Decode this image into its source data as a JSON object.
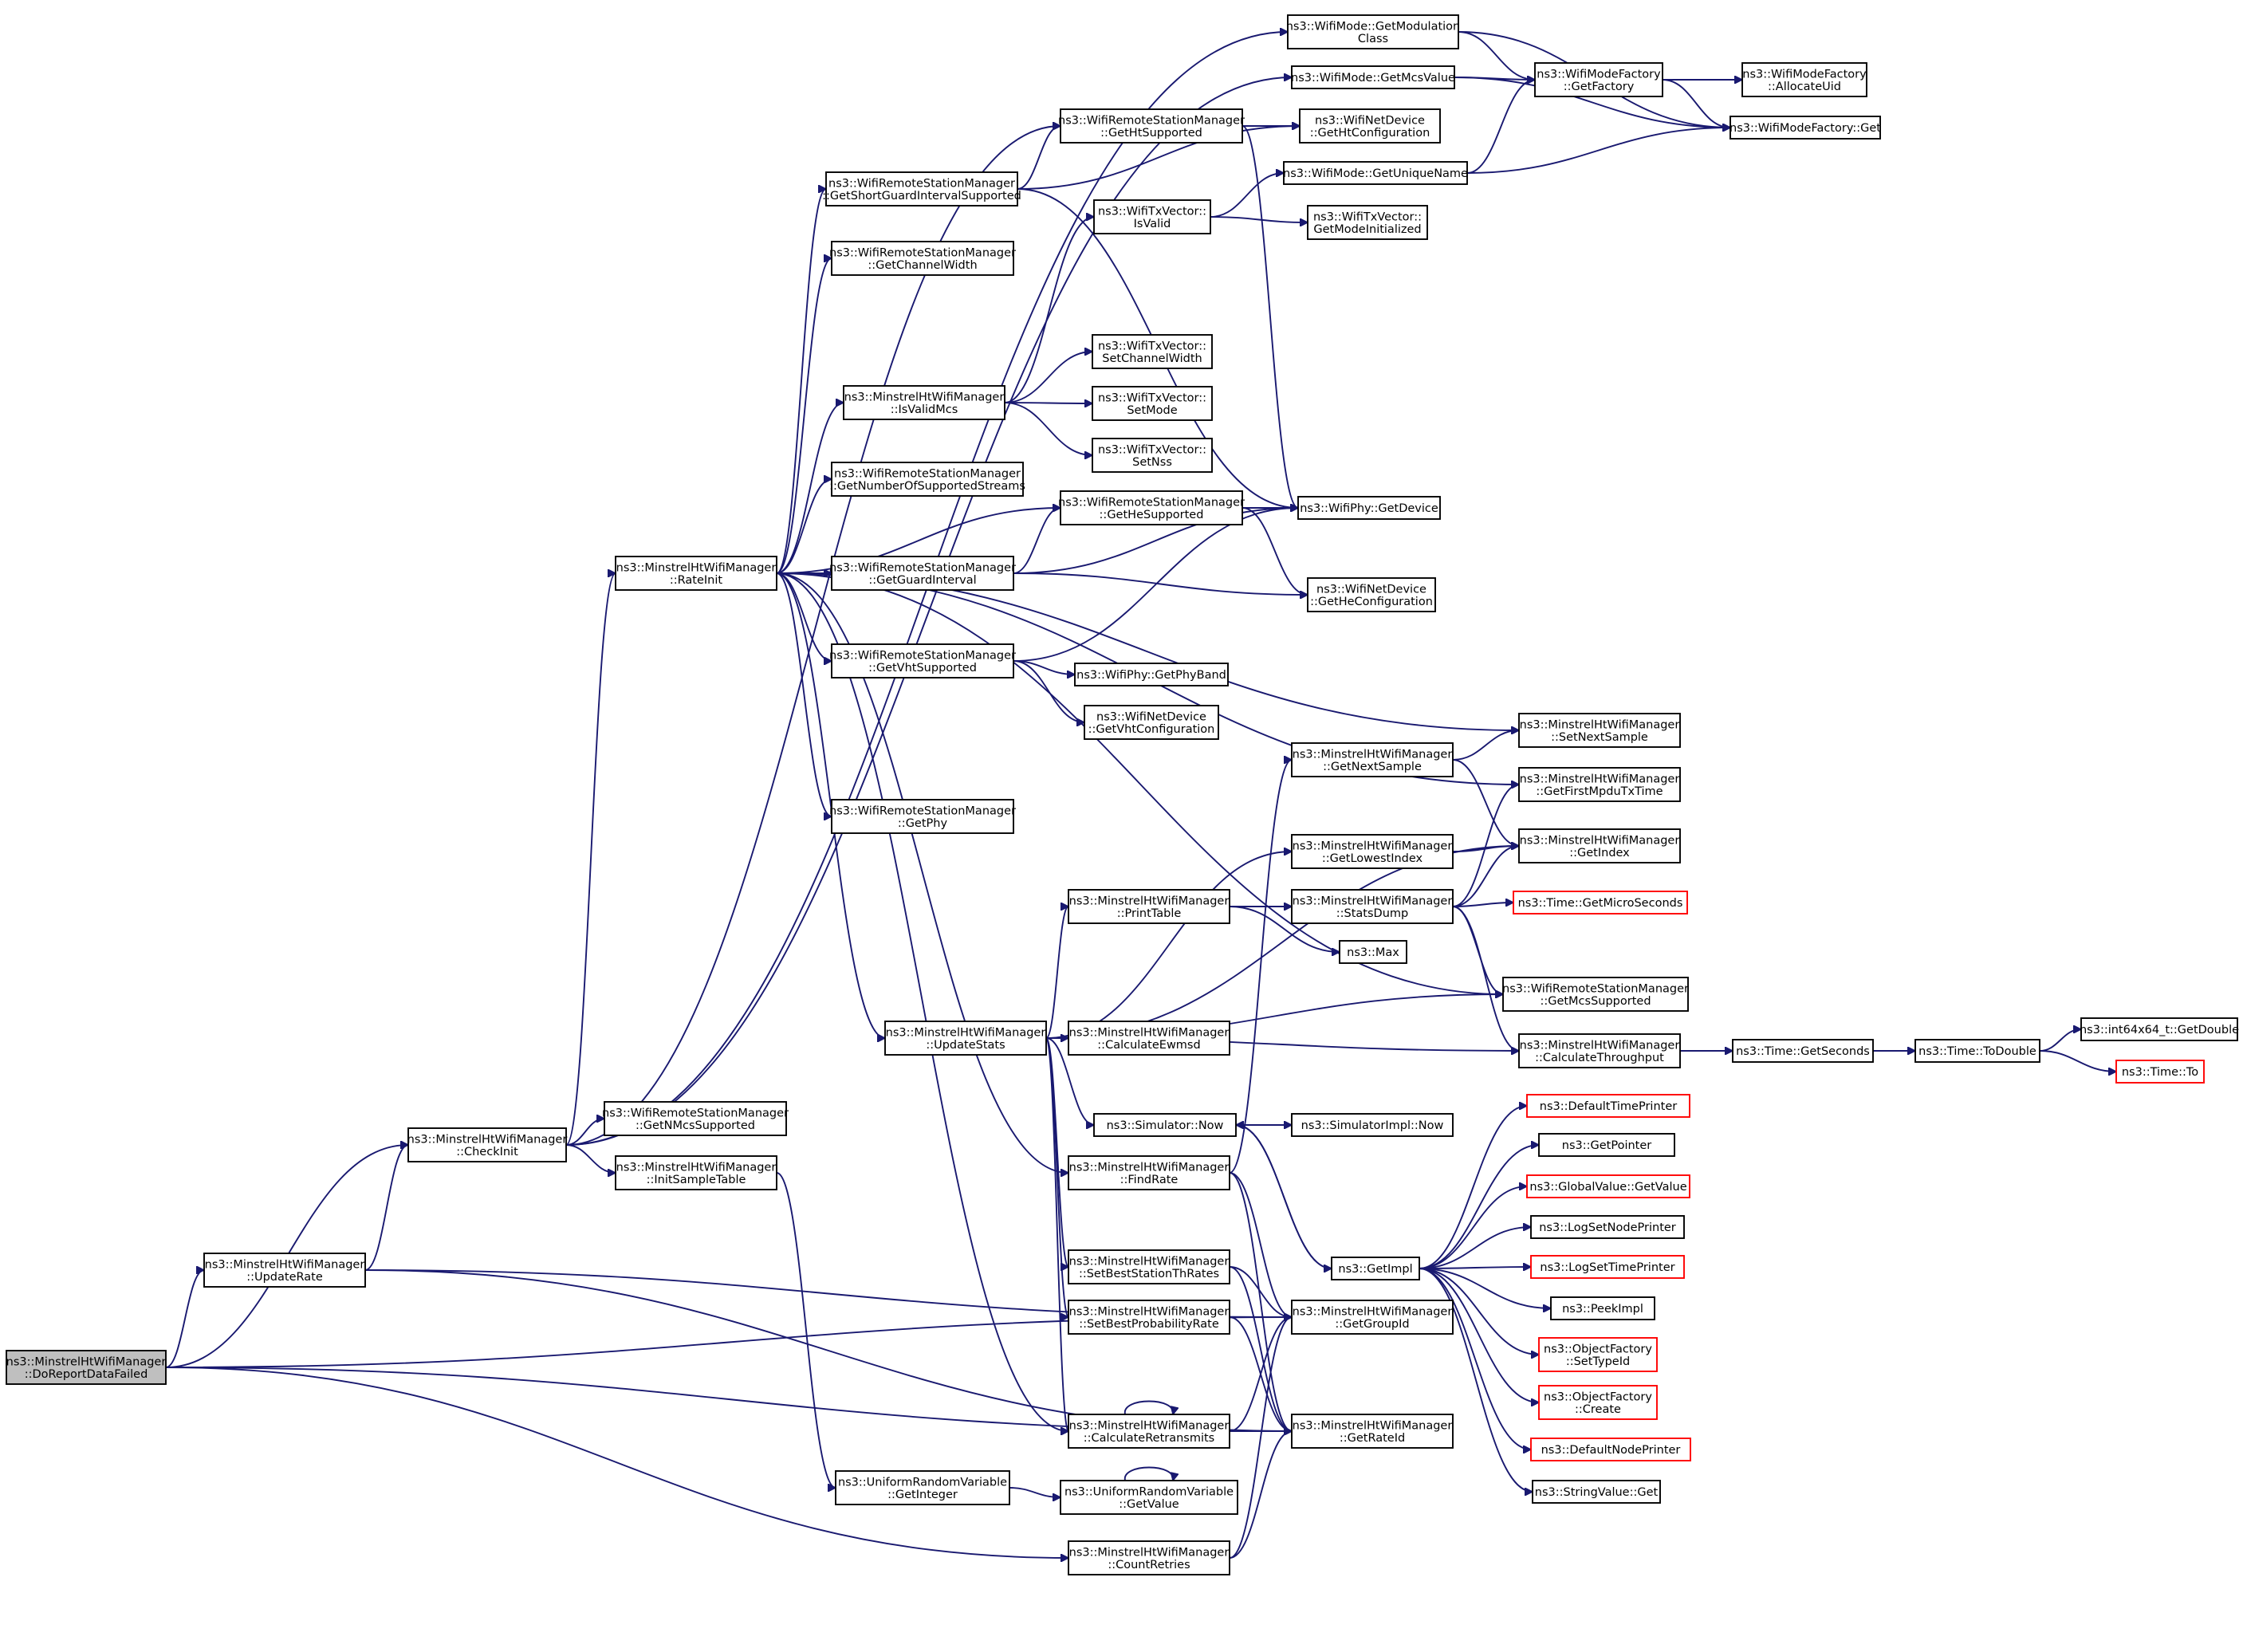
{
  "diagram": {
    "nodes": [
      {
        "id": "doreport",
        "lines": [
          "ns3::MinstrelHtWifiManager",
          "::DoReportDataFailed"
        ],
        "style": "focus"
      },
      {
        "id": "updaterate",
        "lines": [
          "ns3::MinstrelHtWifiManager",
          "::UpdateRate"
        ]
      },
      {
        "id": "checkinit",
        "lines": [
          "ns3::MinstrelHtWifiManager",
          "::CheckInit"
        ]
      },
      {
        "id": "getnmcs",
        "lines": [
          "ns3::WifiRemoteStationManager",
          "::GetNMcsSupported"
        ]
      },
      {
        "id": "initsample",
        "lines": [
          "ns3::MinstrelHtWifiManager",
          "::InitSampleTable"
        ]
      },
      {
        "id": "rateinit",
        "lines": [
          "ns3::MinstrelHtWifiManager",
          "::RateInit"
        ]
      },
      {
        "id": "getmodclass",
        "lines": [
          "ns3::WifiMode::GetModulation",
          "Class"
        ]
      },
      {
        "id": "getmcsvalue",
        "lines": [
          "ns3::WifiMode::GetMcsValue"
        ]
      },
      {
        "id": "factoryget",
        "lines": [
          "ns3::WifiModeFactory",
          "::GetFactory"
        ]
      },
      {
        "id": "allocuid",
        "lines": [
          "ns3::WifiModeFactory",
          "::AllocateUid"
        ]
      },
      {
        "id": "mfget",
        "lines": [
          "ns3::WifiModeFactory::Get"
        ]
      },
      {
        "id": "gethtsupp",
        "lines": [
          "ns3::WifiRemoteStationManager",
          "::GetHtSupported"
        ]
      },
      {
        "id": "gethtconf",
        "lines": [
          "ns3::WifiNetDevice",
          "::GetHtConfiguration"
        ]
      },
      {
        "id": "getsgi",
        "lines": [
          "ns3::WifiRemoteStationManager",
          "::GetShortGuardIntervalSupported"
        ]
      },
      {
        "id": "getuniquename",
        "lines": [
          "ns3::WifiMode::GetUniqueName"
        ]
      },
      {
        "id": "txisvalid",
        "lines": [
          "ns3::WifiTxVector::",
          "IsValid"
        ]
      },
      {
        "id": "getmodeinit",
        "lines": [
          "ns3::WifiTxVector::",
          "GetModeInitialized"
        ]
      },
      {
        "id": "getchwidth",
        "lines": [
          "ns3::WifiRemoteStationManager",
          "::GetChannelWidth"
        ]
      },
      {
        "id": "setchwidth",
        "lines": [
          "ns3::WifiTxVector::",
          "SetChannelWidth"
        ]
      },
      {
        "id": "isvalidmcs",
        "lines": [
          "ns3::MinstrelHtWifiManager",
          "::IsValidMcs"
        ]
      },
      {
        "id": "setmode",
        "lines": [
          "ns3::WifiTxVector::",
          "SetMode"
        ]
      },
      {
        "id": "setnss",
        "lines": [
          "ns3::WifiTxVector::",
          "SetNss"
        ]
      },
      {
        "id": "getnumstreams",
        "lines": [
          "ns3::WifiRemoteStationManager",
          "::GetNumberOfSupportedStreams"
        ]
      },
      {
        "id": "gethesupp",
        "lines": [
          "ns3::WifiRemoteStationManager",
          "::GetHeSupported"
        ]
      },
      {
        "id": "phygetdevice",
        "lines": [
          "ns3::WifiPhy::GetDevice"
        ]
      },
      {
        "id": "getgi",
        "lines": [
          "ns3::WifiRemoteStationManager",
          "::GetGuardInterval"
        ]
      },
      {
        "id": "getheconf",
        "lines": [
          "ns3::WifiNetDevice",
          "::GetHeConfiguration"
        ]
      },
      {
        "id": "getvhtsupp",
        "lines": [
          "ns3::WifiRemoteStationManager",
          "::GetVhtSupported"
        ]
      },
      {
        "id": "getphyband",
        "lines": [
          "ns3::WifiPhy::GetPhyBand"
        ]
      },
      {
        "id": "getvhtconf",
        "lines": [
          "ns3::WifiNetDevice",
          "::GetVhtConfiguration"
        ]
      },
      {
        "id": "setnextsample",
        "lines": [
          "ns3::MinstrelHtWifiManager",
          "::SetNextSample"
        ]
      },
      {
        "id": "getnextsample",
        "lines": [
          "ns3::MinstrelHtWifiManager",
          "::GetNextSample"
        ]
      },
      {
        "id": "getfirstmpdu",
        "lines": [
          "ns3::MinstrelHtWifiManager",
          "::GetFirstMpduTxTime"
        ]
      },
      {
        "id": "getphy",
        "lines": [
          "ns3::WifiRemoteStationManager",
          "::GetPhy"
        ]
      },
      {
        "id": "getlowest",
        "lines": [
          "ns3::MinstrelHtWifiManager",
          "::GetLowestIndex"
        ]
      },
      {
        "id": "getindex",
        "lines": [
          "ns3::MinstrelHtWifiManager",
          "::GetIndex"
        ]
      },
      {
        "id": "printtable",
        "lines": [
          "ns3::MinstrelHtWifiManager",
          "::PrintTable"
        ]
      },
      {
        "id": "statsdump",
        "lines": [
          "ns3::MinstrelHtWifiManager",
          "::StatsDump"
        ]
      },
      {
        "id": "getmicro",
        "lines": [
          "ns3::Time::GetMicroSeconds"
        ],
        "style": "red"
      },
      {
        "id": "max",
        "lines": [
          "ns3::Max"
        ]
      },
      {
        "id": "getmcssupp",
        "lines": [
          "ns3::WifiRemoteStationManager",
          "::GetMcsSupported"
        ]
      },
      {
        "id": "updatestats",
        "lines": [
          "ns3::MinstrelHtWifiManager",
          "::UpdateStats"
        ]
      },
      {
        "id": "calcewmsd",
        "lines": [
          "ns3::MinstrelHtWifiManager",
          "::CalculateEwmsd"
        ]
      },
      {
        "id": "calcthroughput",
        "lines": [
          "ns3::MinstrelHtWifiManager",
          "::CalculateThroughput"
        ]
      },
      {
        "id": "getseconds",
        "lines": [
          "ns3::Time::GetSeconds"
        ]
      },
      {
        "id": "todouble",
        "lines": [
          "ns3::Time::ToDouble"
        ]
      },
      {
        "id": "int64getdouble",
        "lines": [
          "ns3::int64x64_t::GetDouble"
        ]
      },
      {
        "id": "timeto",
        "lines": [
          "ns3::Time::To"
        ],
        "style": "red"
      },
      {
        "id": "simnow",
        "lines": [
          "ns3::Simulator::Now"
        ]
      },
      {
        "id": "simimplnow",
        "lines": [
          "ns3::SimulatorImpl::Now"
        ]
      },
      {
        "id": "deftimeprinter",
        "lines": [
          "ns3::DefaultTimePrinter"
        ],
        "style": "red"
      },
      {
        "id": "getpointer",
        "lines": [
          "ns3::GetPointer"
        ]
      },
      {
        "id": "globalgetvalue",
        "lines": [
          "ns3::GlobalValue::GetValue"
        ],
        "style": "red"
      },
      {
        "id": "findrate",
        "lines": [
          "ns3::MinstrelHtWifiManager",
          "::FindRate"
        ]
      },
      {
        "id": "lognodeprinter",
        "lines": [
          "ns3::LogSetNodePrinter"
        ]
      },
      {
        "id": "getimpl",
        "lines": [
          "ns3::GetImpl"
        ]
      },
      {
        "id": "logtimeprinter",
        "lines": [
          "ns3::LogSetTimePrinter"
        ],
        "style": "red"
      },
      {
        "id": "setbestthrates",
        "lines": [
          "ns3::MinstrelHtWifiManager",
          "::SetBestStationThRates"
        ]
      },
      {
        "id": "peekimpl",
        "lines": [
          "ns3::PeekImpl"
        ]
      },
      {
        "id": "setbestprob",
        "lines": [
          "ns3::MinstrelHtWifiManager",
          "::SetBestProbabilityRate"
        ]
      },
      {
        "id": "getgroupid",
        "lines": [
          "ns3::MinstrelHtWifiManager",
          "::GetGroupId"
        ]
      },
      {
        "id": "ofsettypeid",
        "lines": [
          "ns3::ObjectFactory",
          "::SetTypeId"
        ],
        "style": "red"
      },
      {
        "id": "ofcreate",
        "lines": [
          "ns3::ObjectFactory",
          "::Create"
        ],
        "style": "red"
      },
      {
        "id": "calcretrans",
        "lines": [
          "ns3::MinstrelHtWifiManager",
          "::CalculateRetransmits"
        ]
      },
      {
        "id": "getrateid",
        "lines": [
          "ns3::MinstrelHtWifiManager",
          "::GetRateId"
        ]
      },
      {
        "id": "defnodeprinter",
        "lines": [
          "ns3::DefaultNodePrinter"
        ],
        "style": "red"
      },
      {
        "id": "urvgetinteger",
        "lines": [
          "ns3::UniformRandomVariable",
          "::GetInteger"
        ]
      },
      {
        "id": "urvgetvalue",
        "lines": [
          "ns3::UniformRandomVariable",
          "::GetValue"
        ]
      },
      {
        "id": "stringget",
        "lines": [
          "ns3::StringValue::Get"
        ]
      },
      {
        "id": "countretries",
        "lines": [
          "ns3::MinstrelHtWifiManager",
          "::CountRetries"
        ]
      }
    ],
    "edges": [
      [
        "doreport",
        "checkinit"
      ],
      [
        "doreport",
        "updaterate"
      ],
      [
        "doreport",
        "getgroupid"
      ],
      [
        "doreport",
        "countretries"
      ],
      [
        "doreport",
        "getrateid"
      ],
      [
        "updaterate",
        "checkinit"
      ],
      [
        "updaterate",
        "getgroupid"
      ],
      [
        "updaterate",
        "getrateid"
      ],
      [
        "checkinit",
        "getnmcs"
      ],
      [
        "checkinit",
        "initsample"
      ],
      [
        "checkinit",
        "rateinit"
      ],
      [
        "checkinit",
        "getmodclass"
      ],
      [
        "checkinit",
        "getmcsvalue"
      ],
      [
        "checkinit",
        "gethtsupp"
      ],
      [
        "initsample",
        "urvgetinteger"
      ],
      [
        "rateinit",
        "getsgi"
      ],
      [
        "rateinit",
        "getchwidth"
      ],
      [
        "rateinit",
        "isvalidmcs"
      ],
      [
        "rateinit",
        "getnumstreams"
      ],
      [
        "rateinit",
        "gethesupp"
      ],
      [
        "rateinit",
        "getgi"
      ],
      [
        "rateinit",
        "getvhtsupp"
      ],
      [
        "rateinit",
        "getphy"
      ],
      [
        "rateinit",
        "updatestats"
      ],
      [
        "rateinit",
        "getfirstmpdu"
      ],
      [
        "rateinit",
        "setnextsample"
      ],
      [
        "rateinit",
        "getmcssupp"
      ],
      [
        "rateinit",
        "findrate"
      ],
      [
        "rateinit",
        "calcretrans"
      ],
      [
        "getmodclass",
        "factoryget"
      ],
      [
        "getmodclass",
        "mfget"
      ],
      [
        "getmcsvalue",
        "factoryget"
      ],
      [
        "getmcsvalue",
        "mfget"
      ],
      [
        "factoryget",
        "allocuid"
      ],
      [
        "factoryget",
        "mfget"
      ],
      [
        "getuniquename",
        "factoryget"
      ],
      [
        "getuniquename",
        "mfget"
      ],
      [
        "gethtsupp",
        "gethtconf"
      ],
      [
        "gethtsupp",
        "phygetdevice"
      ],
      [
        "getsgi",
        "gethtsupp"
      ],
      [
        "getsgi",
        "gethtconf"
      ],
      [
        "getsgi",
        "phygetdevice"
      ],
      [
        "txisvalid",
        "getuniquename"
      ],
      [
        "txisvalid",
        "getmodeinit"
      ],
      [
        "isvalidmcs",
        "txisvalid"
      ],
      [
        "isvalidmcs",
        "setchwidth"
      ],
      [
        "isvalidmcs",
        "setmode"
      ],
      [
        "isvalidmcs",
        "setnss"
      ],
      [
        "gethesupp",
        "phygetdevice"
      ],
      [
        "gethesupp",
        "getheconf"
      ],
      [
        "getgi",
        "gethesupp"
      ],
      [
        "getgi",
        "phygetdevice"
      ],
      [
        "getgi",
        "getheconf"
      ],
      [
        "getvhtsupp",
        "phygetdevice"
      ],
      [
        "getvhtsupp",
        "getphyband"
      ],
      [
        "getvhtsupp",
        "getvhtconf"
      ],
      [
        "getnextsample",
        "setnextsample"
      ],
      [
        "getnextsample",
        "getindex"
      ],
      [
        "getlowest",
        "getindex"
      ],
      [
        "printtable",
        "statsdump"
      ],
      [
        "printtable",
        "max"
      ],
      [
        "statsdump",
        "getfirstmpdu"
      ],
      [
        "statsdump",
        "getindex"
      ],
      [
        "statsdump",
        "getmicro"
      ],
      [
        "statsdump",
        "getmcssupp"
      ],
      [
        "statsdump",
        "calcthroughput"
      ],
      [
        "updatestats",
        "printtable"
      ],
      [
        "updatestats",
        "getlowest"
      ],
      [
        "updatestats",
        "getindex"
      ],
      [
        "updatestats",
        "getmcssupp"
      ],
      [
        "updatestats",
        "calcewmsd"
      ],
      [
        "updatestats",
        "calcthroughput"
      ],
      [
        "updatestats",
        "simnow"
      ],
      [
        "updatestats",
        "setbestthrates"
      ],
      [
        "updatestats",
        "setbestprob"
      ],
      [
        "updatestats",
        "calcretrans"
      ],
      [
        "calcthroughput",
        "getseconds"
      ],
      [
        "getseconds",
        "todouble"
      ],
      [
        "todouble",
        "int64getdouble"
      ],
      [
        "todouble",
        "timeto"
      ],
      [
        "simnow",
        "simimplnow"
      ],
      [
        "simnow",
        "getimpl"
      ],
      [
        "findrate",
        "getnextsample"
      ],
      [
        "findrate",
        "getgroupid"
      ],
      [
        "findrate",
        "getrateid"
      ],
      [
        "getimpl",
        "deftimeprinter"
      ],
      [
        "getimpl",
        "getpointer"
      ],
      [
        "getimpl",
        "globalgetvalue"
      ],
      [
        "getimpl",
        "lognodeprinter"
      ],
      [
        "getimpl",
        "logtimeprinter"
      ],
      [
        "getimpl",
        "peekimpl"
      ],
      [
        "getimpl",
        "ofsettypeid"
      ],
      [
        "getimpl",
        "ofcreate"
      ],
      [
        "getimpl",
        "defnodeprinter"
      ],
      [
        "getimpl",
        "stringget"
      ],
      [
        "getimpl",
        "simnow"
      ],
      [
        "setbestthrates",
        "getgroupid"
      ],
      [
        "setbestthrates",
        "getrateid"
      ],
      [
        "setbestprob",
        "getgroupid"
      ],
      [
        "setbestprob",
        "getrateid"
      ],
      [
        "calcretrans",
        "getgroupid"
      ],
      [
        "calcretrans",
        "getrateid"
      ],
      [
        "calcretrans",
        "calcretrans"
      ],
      [
        "urvgetinteger",
        "urvgetvalue"
      ],
      [
        "urvgetvalue",
        "urvgetvalue"
      ],
      [
        "countretries",
        "getgroupid"
      ],
      [
        "countretries",
        "getrateid"
      ]
    ]
  }
}
